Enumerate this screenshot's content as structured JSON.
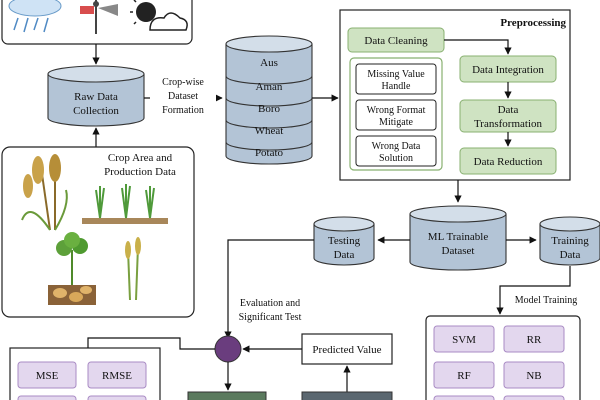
{
  "raw": {
    "label_1": "Raw Data",
    "label_2": "Collection"
  },
  "crop_area": {
    "label_1": "Crop Area and",
    "label_2": "Production Data"
  },
  "dataset_formation": {
    "label_1": "Crop-wise",
    "label_2": "Dataset",
    "label_3": "Formation"
  },
  "seasons": [
    "Aus",
    "Aman",
    "Boro",
    "Wheat",
    "Potato"
  ],
  "preprocessing": {
    "title": "Preprocessing",
    "data_cleaning": "Data Cleaning",
    "missing": {
      "l1": "Missing Value",
      "l2": "Handle"
    },
    "wrong_format": {
      "l1": "Wrong Format",
      "l2": "Mitigate"
    },
    "wrong_data": {
      "l1": "Wrong Data",
      "l2": "Solution"
    },
    "integration": "Data Integration",
    "transformation": {
      "l1": "Data",
      "l2": "Transformation"
    },
    "reduction": "Data Reduction"
  },
  "ml_dataset": {
    "l1": "ML Trainable",
    "l2": "Dataset"
  },
  "testing": {
    "l1": "Testing",
    "l2": "Data"
  },
  "training": {
    "l1": "Training",
    "l2": "Data"
  },
  "evaluation": {
    "l1": "Evaluation and",
    "l2": "Significant Test"
  },
  "predicted": "Predicted Value",
  "model_training": "Model Training",
  "models": [
    "SVM",
    "RR",
    "RF",
    "NB"
  ],
  "metrics": [
    "MSE",
    "RMSE"
  ],
  "colors": {
    "cylinder": "#b3c4d6",
    "cylinder_top": "#d3dee9",
    "green_box": "#cfe3c2",
    "green_border": "#88b070",
    "purple_box": "#e3d7ee",
    "purple_border": "#a98bc4",
    "circle": "#6a3d7e",
    "dark_box": "#5b6770",
    "green_dark_box": "#5b7a5e"
  }
}
